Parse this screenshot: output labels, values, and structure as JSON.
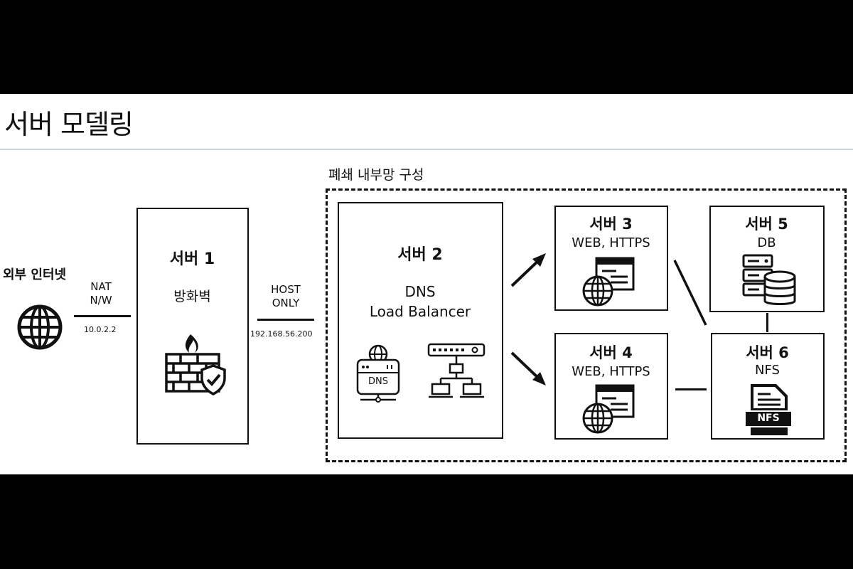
{
  "title": "서버 모델링",
  "closed_network_label": "폐쇄 내부망 구성",
  "internet": {
    "label": "외부 인터넷"
  },
  "link_nat": {
    "top": "NAT",
    "bottom": "N/W",
    "ip": "10.0.2.2"
  },
  "link_host": {
    "top": "HOST",
    "bottom": "ONLY",
    "ip": "192.168.56.200"
  },
  "servers": {
    "s1": {
      "name": "서버 1",
      "role": "방화벽"
    },
    "s2": {
      "name": "서버 2",
      "role1": "DNS",
      "role2": "Load Balancer",
      "dns_icon_text": "DNS"
    },
    "s3": {
      "name": "서버 3",
      "role": "WEB, HTTPS"
    },
    "s4": {
      "name": "서버 4",
      "role": "WEB, HTTPS"
    },
    "s5": {
      "name": "서버 5",
      "role": "DB"
    },
    "s6": {
      "name": "서버 6",
      "role": "NFS",
      "nfs_icon_text": "NFS"
    }
  }
}
